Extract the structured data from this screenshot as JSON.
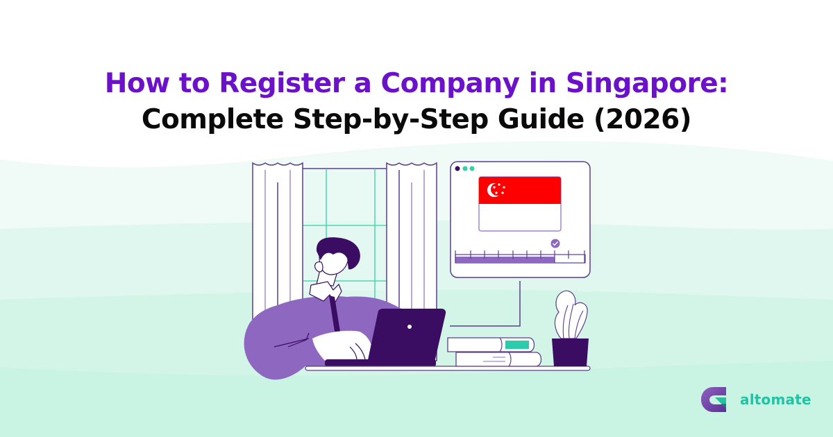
{
  "title": {
    "line1": "How to Register a Company in Singapore:",
    "line2": "Complete Step-by-Step Guide (2026)"
  },
  "illustration": {
    "description": "Person working on a laptop at a desk next to a window with curtains; browser window showing the Singapore flag and a progress bar with a check mark; stacked books and a potted plant",
    "flag": "Singapore",
    "progress_percent": 77
  },
  "brand": {
    "name": "altomate",
    "logo_icon": "altomate-logo-icon"
  },
  "colors": {
    "title_accent": "#6a11c9",
    "title_text": "#0a0a0a",
    "brand_teal": "#22c3a3",
    "purple_dark": "#3a0c62",
    "purple_mid": "#8e68c0",
    "flag_red": "#ff0000",
    "mint_light": "#f0faf6",
    "mint_mid": "#e0f7ef",
    "mint_deep": "#c9f4e4"
  }
}
